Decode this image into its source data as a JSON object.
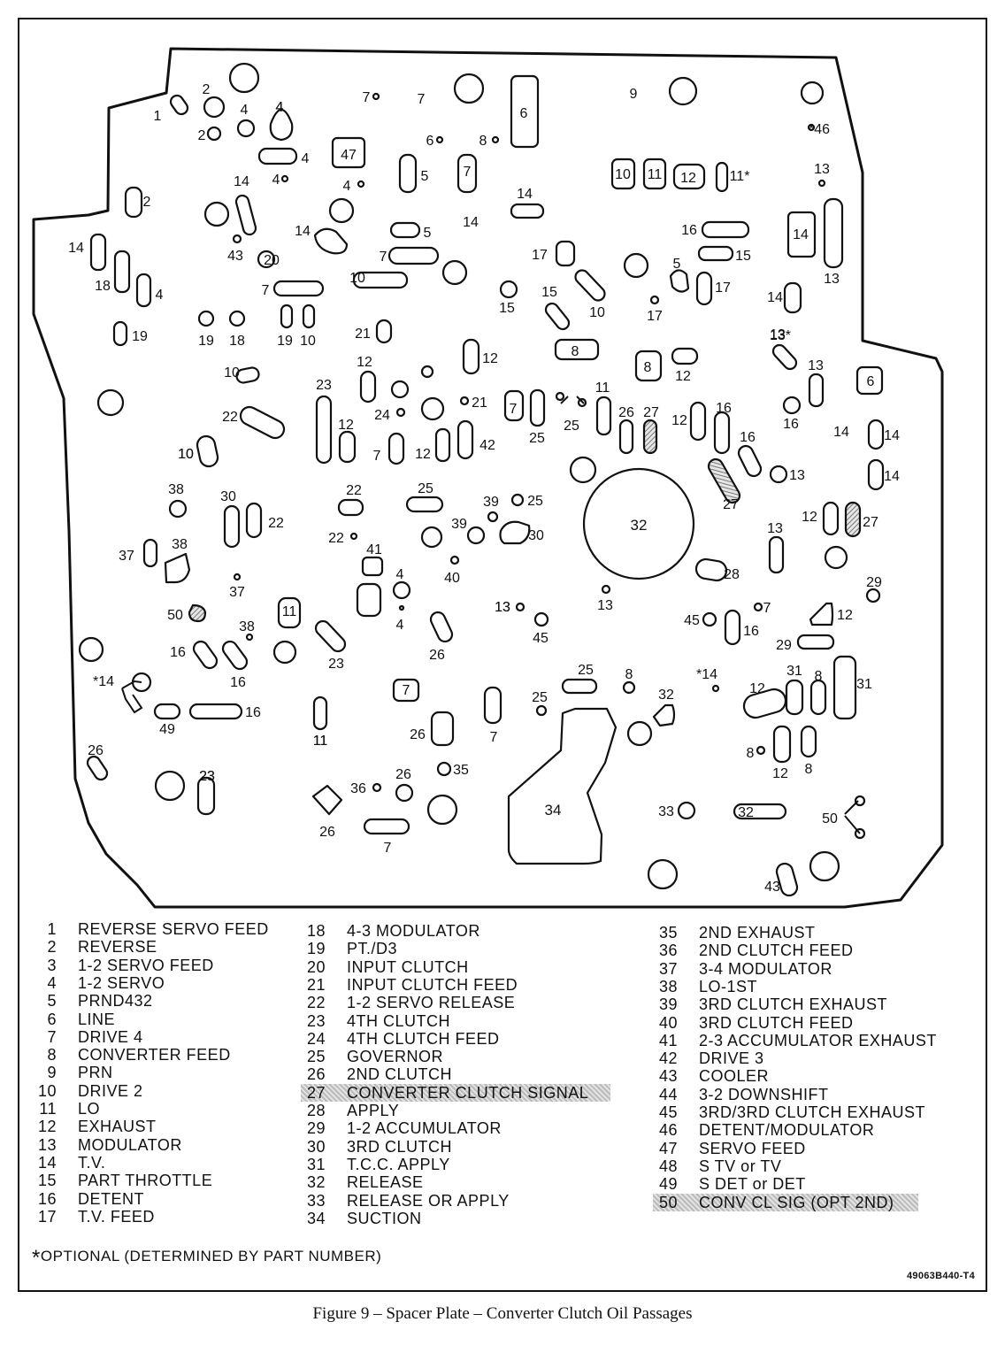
{
  "title": "Figure 9 – Spacer Plate – Converter Clutch Oil Passages",
  "part_code": "49063B440-T4",
  "optional_note": "OPTIONAL (DETERMINED BY PART NUMBER)",
  "optional_mark": "*",
  "highlight_color": "#c8c8c8",
  "legend": [
    {
      "n": "1",
      "t": "REVERSE SERVO FEED"
    },
    {
      "n": "2",
      "t": "REVERSE"
    },
    {
      "n": "3",
      "t": "1-2 SERVO FEED"
    },
    {
      "n": "4",
      "t": "1-2 SERVO"
    },
    {
      "n": "5",
      "t": "PRND432"
    },
    {
      "n": "6",
      "t": "LINE"
    },
    {
      "n": "7",
      "t": "DRIVE 4"
    },
    {
      "n": "8",
      "t": "CONVERTER FEED"
    },
    {
      "n": "9",
      "t": "PRN"
    },
    {
      "n": "10",
      "t": "DRIVE 2"
    },
    {
      "n": "11",
      "t": "LO"
    },
    {
      "n": "12",
      "t": "EXHAUST"
    },
    {
      "n": "13",
      "t": "MODULATOR"
    },
    {
      "n": "14",
      "t": "T.V."
    },
    {
      "n": "15",
      "t": "PART THROTTLE"
    },
    {
      "n": "16",
      "t": "DETENT"
    },
    {
      "n": "17",
      "t": "T.V. FEED"
    },
    {
      "n": "18",
      "t": "4-3 MODULATOR"
    },
    {
      "n": "19",
      "t": "PT./D3"
    },
    {
      "n": "20",
      "t": "INPUT CLUTCH"
    },
    {
      "n": "21",
      "t": "INPUT CLUTCH FEED"
    },
    {
      "n": "22",
      "t": "1-2 SERVO RELEASE"
    },
    {
      "n": "23",
      "t": "4TH CLUTCH"
    },
    {
      "n": "24",
      "t": "4TH CLUTCH FEED"
    },
    {
      "n": "25",
      "t": "GOVERNOR"
    },
    {
      "n": "26",
      "t": "2ND CLUTCH"
    },
    {
      "n": "27",
      "t": "CONVERTER CLUTCH SIGNAL",
      "hl": true
    },
    {
      "n": "28",
      "t": "APPLY"
    },
    {
      "n": "29",
      "t": "1-2 ACCUMULATOR"
    },
    {
      "n": "30",
      "t": "3RD CLUTCH"
    },
    {
      "n": "31",
      "t": "T.C.C. APPLY"
    },
    {
      "n": "32",
      "t": "RELEASE"
    },
    {
      "n": "33",
      "t": "RELEASE OR APPLY"
    },
    {
      "n": "34",
      "t": "SUCTION"
    },
    {
      "n": "35",
      "t": "2ND EXHAUST"
    },
    {
      "n": "36",
      "t": "2ND CLUTCH FEED"
    },
    {
      "n": "37",
      "t": "3-4 MODULATOR"
    },
    {
      "n": "38",
      "t": "LO-1ST"
    },
    {
      "n": "39",
      "t": "3RD CLUTCH EXHAUST"
    },
    {
      "n": "40",
      "t": "3RD CLUTCH FEED"
    },
    {
      "n": "41",
      "t": "2-3 ACCUMULATOR EXHAUST"
    },
    {
      "n": "42",
      "t": "DRIVE 3"
    },
    {
      "n": "43",
      "t": "COOLER"
    },
    {
      "n": "44",
      "t": "3-2 DOWNSHIFT"
    },
    {
      "n": "45",
      "t": "3RD/3RD CLUTCH EXHAUST"
    },
    {
      "n": "46",
      "t": "DETENT/MODULATOR"
    },
    {
      "n": "47",
      "t": "SERVO FEED"
    },
    {
      "n": "48",
      "t": "S TV or TV"
    },
    {
      "n": "49",
      "t": "S DET or DET"
    },
    {
      "n": "50",
      "t": "CONV CL SIG (OPT 2ND)",
      "hl": true
    }
  ],
  "plate": {
    "labels": [
      {
        "id": "1",
        "t": "1"
      },
      {
        "id": "2a",
        "t": "2"
      },
      {
        "id": "2b",
        "t": "2"
      },
      {
        "id": "2c",
        "t": "2"
      },
      {
        "id": "4a",
        "t": "4"
      },
      {
        "id": "4b",
        "t": "4"
      },
      {
        "id": "4c",
        "t": "4"
      },
      {
        "id": "4d",
        "t": "4"
      },
      {
        "id": "4e",
        "t": "4"
      },
      {
        "id": "4f",
        "t": "4"
      },
      {
        "id": "4g",
        "t": "4"
      },
      {
        "id": "4h",
        "t": "4"
      },
      {
        "id": "5a",
        "t": "5"
      },
      {
        "id": "5b",
        "t": "5"
      },
      {
        "id": "5c",
        "t": "5"
      },
      {
        "id": "6a",
        "t": "6"
      },
      {
        "id": "6b",
        "t": "6"
      },
      {
        "id": "6c",
        "t": "6"
      },
      {
        "id": "7a",
        "t": "7"
      },
      {
        "id": "7b",
        "t": "7"
      },
      {
        "id": "7c",
        "t": "7"
      },
      {
        "id": "7d",
        "t": "7"
      },
      {
        "id": "7e",
        "t": "7"
      },
      {
        "id": "7f",
        "t": "7"
      },
      {
        "id": "7g",
        "t": "7"
      },
      {
        "id": "7h",
        "t": "7"
      },
      {
        "id": "7i",
        "t": "7"
      },
      {
        "id": "7j",
        "t": "7"
      },
      {
        "id": "7k",
        "t": "7"
      },
      {
        "id": "8a",
        "t": "8"
      },
      {
        "id": "8b",
        "t": "8"
      },
      {
        "id": "8c",
        "t": "8"
      },
      {
        "id": "8d",
        "t": "8"
      },
      {
        "id": "8e",
        "t": "8"
      },
      {
        "id": "8f",
        "t": "8"
      },
      {
        "id": "8g",
        "t": "8"
      },
      {
        "id": "9",
        "t": "9"
      },
      {
        "id": "10a",
        "t": "10"
      },
      {
        "id": "10b",
        "t": "10"
      },
      {
        "id": "10c",
        "t": "10"
      },
      {
        "id": "10d",
        "t": "10"
      },
      {
        "id": "10e",
        "t": "10"
      },
      {
        "id": "10f",
        "t": "10"
      },
      {
        "id": "10g",
        "t": "10"
      },
      {
        "id": "11a",
        "t": "11"
      },
      {
        "id": "11b",
        "t": "11"
      },
      {
        "id": "11c",
        "t": "11*"
      },
      {
        "id": "11d",
        "t": "11"
      },
      {
        "id": "11e",
        "t": "11"
      },
      {
        "id": "11f",
        "t": "11"
      },
      {
        "id": "12a",
        "t": "12"
      },
      {
        "id": "12b",
        "t": "12"
      },
      {
        "id": "12c",
        "t": "12"
      },
      {
        "id": "12d",
        "t": "12"
      },
      {
        "id": "12e",
        "t": "12"
      },
      {
        "id": "12f",
        "t": "12"
      },
      {
        "id": "12g",
        "t": "12"
      },
      {
        "id": "12h",
        "t": "12"
      },
      {
        "id": "12i",
        "t": "12"
      },
      {
        "id": "12j",
        "t": "12"
      },
      {
        "id": "12k",
        "t": "12"
      },
      {
        "id": "13a",
        "t": "13"
      },
      {
        "id": "13b",
        "t": "13"
      },
      {
        "id": "13c",
        "t": "13"
      },
      {
        "id": "13d",
        "t": "13*"
      },
      {
        "id": "13e",
        "t": "13"
      },
      {
        "id": "13f",
        "t": "13"
      },
      {
        "id": "13g",
        "t": "13"
      },
      {
        "id": "13h",
        "t": "13"
      },
      {
        "id": "13i",
        "t": "13"
      },
      {
        "id": "13j",
        "t": "13"
      },
      {
        "id": "14a",
        "t": "4"
      },
      {
        "id": "14b",
        "t": "14"
      },
      {
        "id": "14c",
        "t": "14"
      },
      {
        "id": "14d",
        "t": "14"
      },
      {
        "id": "14e",
        "t": "14"
      },
      {
        "id": "14f",
        "t": "14"
      },
      {
        "id": "14g",
        "t": "14"
      },
      {
        "id": "14h",
        "t": "14"
      },
      {
        "id": "14i",
        "t": "14"
      },
      {
        "id": "14j",
        "t": "14"
      },
      {
        "id": "14k",
        "t": "14"
      },
      {
        "id": "14l",
        "t": "*14"
      },
      {
        "id": "14m",
        "t": "*14"
      },
      {
        "id": "15a",
        "t": "15"
      },
      {
        "id": "15b",
        "t": "15"
      },
      {
        "id": "15c",
        "t": "15"
      },
      {
        "id": "16a",
        "t": "16"
      },
      {
        "id": "16b",
        "t": "16"
      },
      {
        "id": "16c",
        "t": "16"
      },
      {
        "id": "16d",
        "t": "16"
      },
      {
        "id": "16e",
        "t": "16"
      },
      {
        "id": "16f",
        "t": "16"
      },
      {
        "id": "16g",
        "t": "16"
      },
      {
        "id": "16h",
        "t": "16"
      },
      {
        "id": "17a",
        "t": "17"
      },
      {
        "id": "17b",
        "t": "17"
      },
      {
        "id": "17c",
        "t": "17"
      },
      {
        "id": "18a",
        "t": "18"
      },
      {
        "id": "18b",
        "t": "18"
      },
      {
        "id": "19a",
        "t": "19"
      },
      {
        "id": "19b",
        "t": "19"
      },
      {
        "id": "19c",
        "t": "19"
      },
      {
        "id": "20",
        "t": "20"
      },
      {
        "id": "21a",
        "t": "21"
      },
      {
        "id": "21b",
        "t": "21"
      },
      {
        "id": "22a",
        "t": "22"
      },
      {
        "id": "22b",
        "t": "22"
      },
      {
        "id": "22c",
        "t": "22"
      },
      {
        "id": "22d",
        "t": "22"
      },
      {
        "id": "23a",
        "t": "23"
      },
      {
        "id": "23b",
        "t": "23"
      },
      {
        "id": "23c",
        "t": "23"
      },
      {
        "id": "23d",
        "t": "23"
      },
      {
        "id": "24",
        "t": "24"
      },
      {
        "id": "25a",
        "t": "25"
      },
      {
        "id": "25b",
        "t": "25"
      },
      {
        "id": "25c",
        "t": "25"
      },
      {
        "id": "25d",
        "t": "25"
      },
      {
        "id": "25e",
        "t": "25"
      },
      {
        "id": "25f",
        "t": "25"
      },
      {
        "id": "26a",
        "t": "26"
      },
      {
        "id": "26b",
        "t": "26"
      },
      {
        "id": "26c",
        "t": "26"
      },
      {
        "id": "26d",
        "t": "26"
      },
      {
        "id": "26e",
        "t": "26"
      },
      {
        "id": "26f",
        "t": "26"
      },
      {
        "id": "27a",
        "t": "27"
      },
      {
        "id": "27b",
        "t": "27"
      },
      {
        "id": "27c",
        "t": "27"
      },
      {
        "id": "28",
        "t": "28"
      },
      {
        "id": "29a",
        "t": "29"
      },
      {
        "id": "29b",
        "t": "29"
      },
      {
        "id": "30a",
        "t": "30"
      },
      {
        "id": "30b",
        "t": "30"
      },
      {
        "id": "31a",
        "t": "31"
      },
      {
        "id": "31b",
        "t": "31"
      },
      {
        "id": "32a",
        "t": "32"
      },
      {
        "id": "32b",
        "t": "32"
      },
      {
        "id": "32c",
        "t": "32"
      },
      {
        "id": "33",
        "t": "33"
      },
      {
        "id": "34",
        "t": "34"
      },
      {
        "id": "35",
        "t": "35"
      },
      {
        "id": "36",
        "t": "36"
      },
      {
        "id": "37a",
        "t": "37"
      },
      {
        "id": "37b",
        "t": "37"
      },
      {
        "id": "38a",
        "t": "38"
      },
      {
        "id": "38b",
        "t": "38"
      },
      {
        "id": "38c",
        "t": "38"
      },
      {
        "id": "39a",
        "t": "39"
      },
      {
        "id": "39b",
        "t": "39"
      },
      {
        "id": "40",
        "t": "40"
      },
      {
        "id": "41",
        "t": "41"
      },
      {
        "id": "42",
        "t": "42"
      },
      {
        "id": "43a",
        "t": "43"
      },
      {
        "id": "43b",
        "t": "43"
      },
      {
        "id": "45",
        "t": "45"
      },
      {
        "id": "45b",
        "t": "45"
      },
      {
        "id": "46",
        "t": "*46"
      },
      {
        "id": "47",
        "t": "47"
      },
      {
        "id": "49",
        "t": "49"
      },
      {
        "id": "50a",
        "t": "50"
      },
      {
        "id": "50b",
        "t": "50"
      }
    ]
  }
}
